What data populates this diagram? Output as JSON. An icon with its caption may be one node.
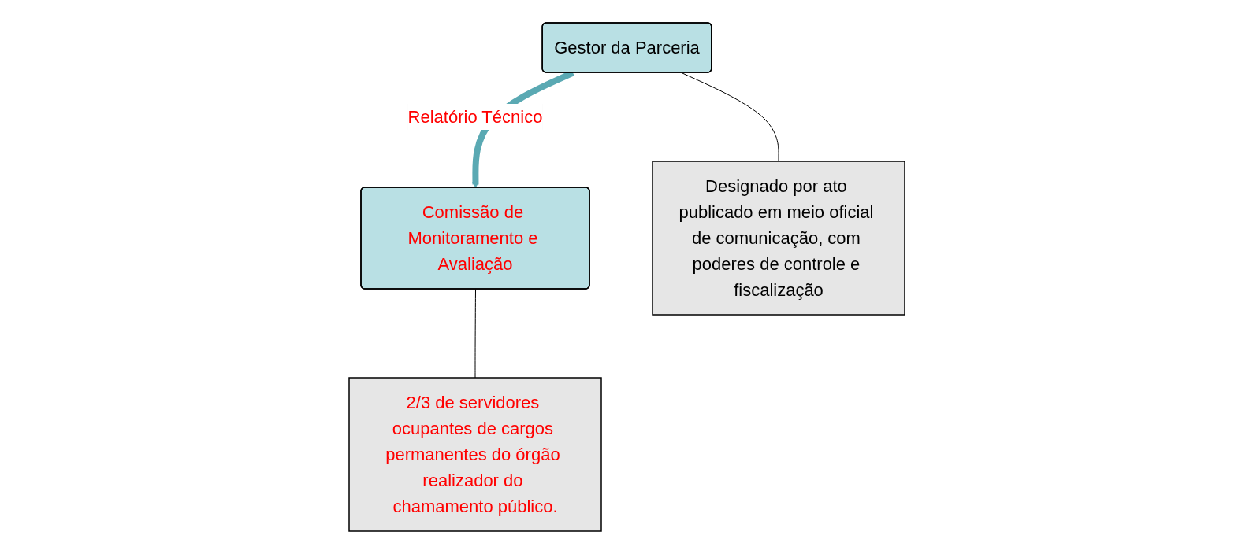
{
  "diagram": {
    "nodes": [
      {
        "text": [
          "Gestor da Parceria"
        ]
      },
      {
        "text": [
          "Comissão de Monitoramento e Avaliação"
        ]
      },
      {
        "text": [
          "Designado por ato publicado em meio oficial de comunicação, com poderes de controle e fiscalização"
        ]
      },
      {
        "text": [
          "2/3 de servidores ocupantes de cargos permanentes do órgão realizador do chamamento público."
        ]
      }
    ],
    "edges": [
      {
        "from": 0,
        "to": 1,
        "arrow": "to",
        "label": "Relatório Técnico",
        "style": "thick",
        "color": "#5aa9b3"
      },
      {
        "from": 0,
        "to": 2,
        "arrow": "none"
      },
      {
        "from": 1,
        "to": 3,
        "arrow": "none"
      }
    ]
  }
}
